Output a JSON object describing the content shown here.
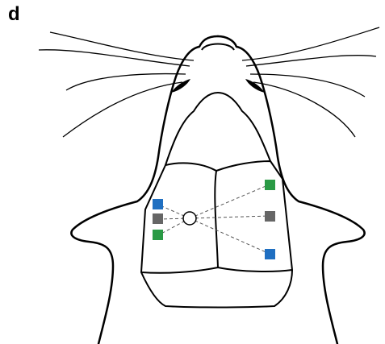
{
  "panel": {
    "label": "d"
  },
  "colors": {
    "outline": "#000000",
    "blue_electrode": "#1f6fc1",
    "grey_electrode": "#666666",
    "green_electrode": "#2a9a45",
    "connection_line": "#555555"
  },
  "icons": [
    "mouse-head-outline",
    "whiskers",
    "eyes",
    "skull-plates",
    "electrode-squares",
    "reference-circle"
  ]
}
